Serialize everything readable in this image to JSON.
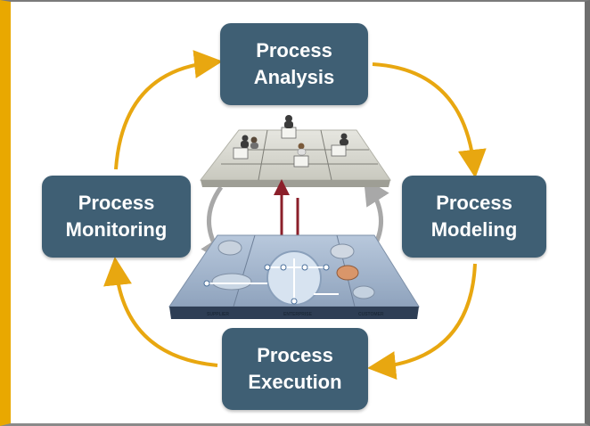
{
  "diagram": {
    "nodes": [
      {
        "id": "analysis",
        "line1": "Process",
        "line2": "Analysis"
      },
      {
        "id": "modeling",
        "line1": "Process",
        "line2": "Modeling"
      },
      {
        "id": "execution",
        "line1": "Process",
        "line2": "Execution"
      },
      {
        "id": "monitoring",
        "line1": "Process",
        "line2": "Monitoring"
      }
    ],
    "cycle_order": [
      "analysis",
      "modeling",
      "execution",
      "monitoring"
    ],
    "platform_zones": [
      "SUPPLIER",
      "ENTERPRISE",
      "CUSTOMER"
    ],
    "colors": {
      "box": "#3f5f74",
      "cycle_arrow": "#e8a710",
      "vertical_arrow": "#8b1f2a",
      "inner_arrow": "#a8a8a8",
      "frame_accent": "#e9a800"
    }
  }
}
